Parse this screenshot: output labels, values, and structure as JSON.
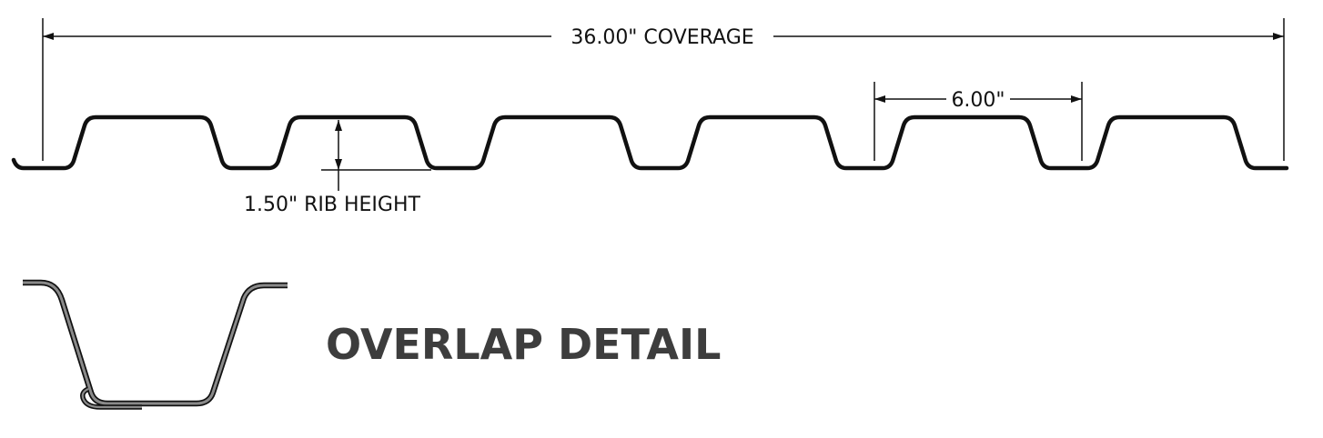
{
  "dimensions": {
    "coverage_label": "36.00\" COVERAGE",
    "rib_spacing_label": "6.00\"",
    "rib_height_label": "1.50\" RIB HEIGHT"
  },
  "overlap": {
    "title": "OVERLAP DETAIL"
  },
  "colors": {
    "line": "#111111",
    "title": "#3d3d3d",
    "sheet_fill": "#8a8a8a"
  }
}
